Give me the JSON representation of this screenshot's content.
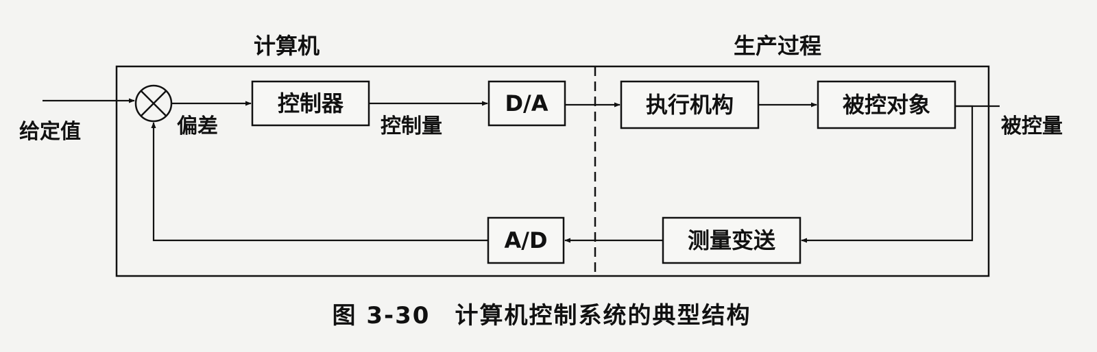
{
  "regions": {
    "computer": "计算机",
    "process": "生产过程"
  },
  "blocks": {
    "controller": "控制器",
    "da": "D/A",
    "actuator": "执行机构",
    "plant": "被控对象",
    "sensor": "测量变送",
    "ad": "A/D"
  },
  "signals": {
    "setpoint": "给定值",
    "error": "偏差",
    "control_amount": "控制量",
    "controlled_amount": "被控量"
  },
  "caption": "图 3-30　计算机控制系统的典型结构"
}
